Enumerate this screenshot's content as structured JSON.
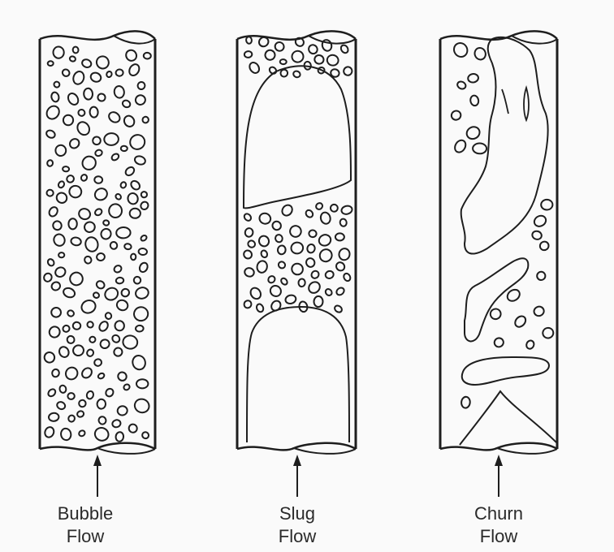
{
  "diagram": {
    "panels": [
      {
        "id": "bubble",
        "line1": "Bubble",
        "line2": "Flow"
      },
      {
        "id": "slug",
        "line1": "Slug",
        "line2": "Flow"
      },
      {
        "id": "churn",
        "line1": "Churn",
        "line2": "Flow"
      }
    ]
  }
}
